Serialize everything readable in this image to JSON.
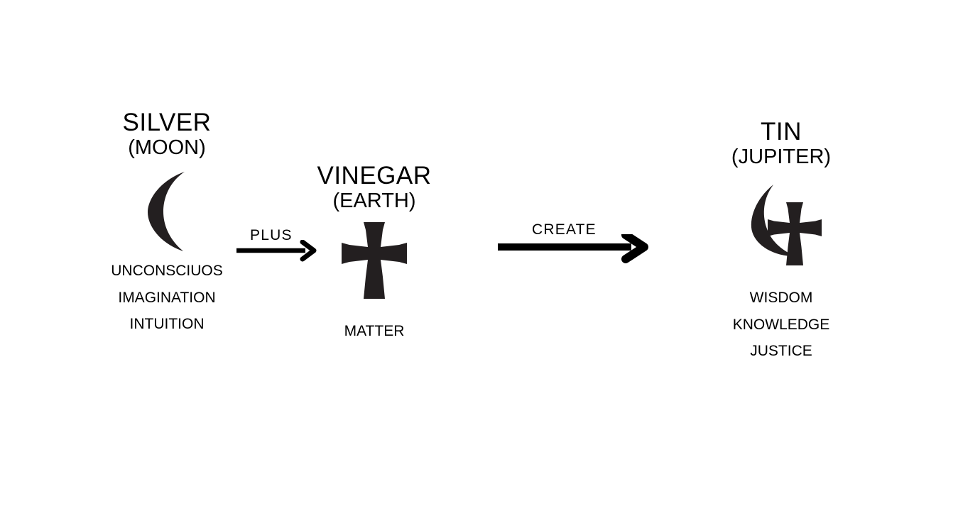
{
  "diagram": {
    "type": "alchemical-transmutation-equation",
    "background_color": "#ffffff",
    "ink_color": "#000000",
    "symbol_color": "#231f20"
  },
  "nodes": [
    {
      "id": "silver",
      "title": "SILVER",
      "subtitle": "(MOON)",
      "symbol_name": "crescent-moon-symbol",
      "attributes": [
        "UNCONSCIUOS",
        "IMAGINATION",
        "INTUITION"
      ]
    },
    {
      "id": "vinegar",
      "title": "VINEGAR",
      "subtitle": "(EARTH)",
      "symbol_name": "cross-pattee-symbol",
      "attributes": [
        "MATTER"
      ]
    },
    {
      "id": "tin",
      "title": "TIN",
      "subtitle": "(JUPITER)",
      "symbol_name": "jupiter-symbol",
      "attributes": [
        "WISDOM",
        "KNOWLEDGE",
        "JUSTICE"
      ]
    }
  ],
  "connectors": [
    {
      "id": "plus",
      "label": "PLUS",
      "from": "silver",
      "to": "vinegar"
    },
    {
      "id": "create",
      "label": "CREATE",
      "from": "vinegar",
      "to": "tin"
    }
  ]
}
